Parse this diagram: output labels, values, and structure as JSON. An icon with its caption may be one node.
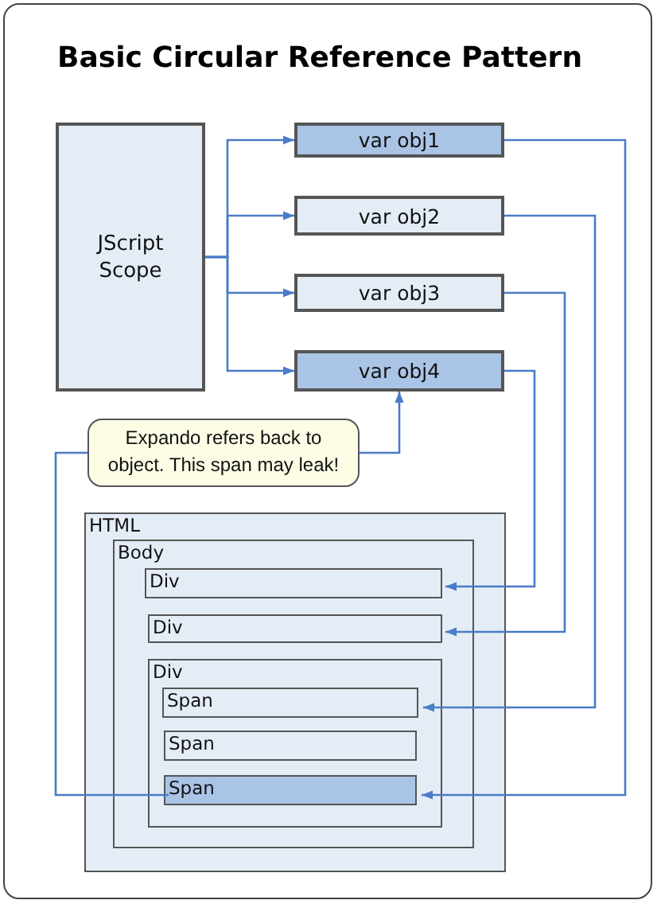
{
  "diagram": {
    "title": "Basic Circular Reference Pattern",
    "nodes": [
      {
        "text": [
          "JScript Scope"
        ]
      },
      {
        "text": [
          "var obj1"
        ]
      },
      {
        "text": [
          "var obj2"
        ]
      },
      {
        "text": [
          "var obj3"
        ]
      },
      {
        "text": [
          "var obj4"
        ]
      },
      {
        "text": [
          "Expando refers back to object. This span may leak!"
        ]
      },
      {
        "text": [
          "HTML"
        ]
      },
      {
        "text": [
          "Body"
        ],
        "in": 6
      },
      {
        "text": [
          "Div"
        ],
        "in": 7
      },
      {
        "text": [
          "Div"
        ],
        "in": 7
      },
      {
        "text": [
          "Div"
        ],
        "in": 7
      },
      {
        "text": [
          "Span"
        ],
        "in": 10
      },
      {
        "text": [
          "Span"
        ],
        "in": 10
      },
      {
        "text": [
          "Span"
        ],
        "in": 10
      }
    ],
    "edges": [
      {
        "from": 0,
        "to": 1,
        "arrow": "to"
      },
      {
        "from": 0,
        "to": 2,
        "arrow": "to"
      },
      {
        "from": 0,
        "to": 3,
        "arrow": "to"
      },
      {
        "from": 0,
        "to": 4,
        "arrow": "to"
      },
      {
        "from": 1,
        "to": 13,
        "arrow": "to"
      },
      {
        "from": 2,
        "to": 11,
        "arrow": "to"
      },
      {
        "from": 3,
        "to": 9,
        "arrow": "to"
      },
      {
        "from": 4,
        "to": 8,
        "arrow": "to"
      },
      {
        "from": 13,
        "to": 5,
        "arrow": "none"
      },
      {
        "from": 5,
        "to": 4,
        "arrow": "to"
      }
    ]
  }
}
